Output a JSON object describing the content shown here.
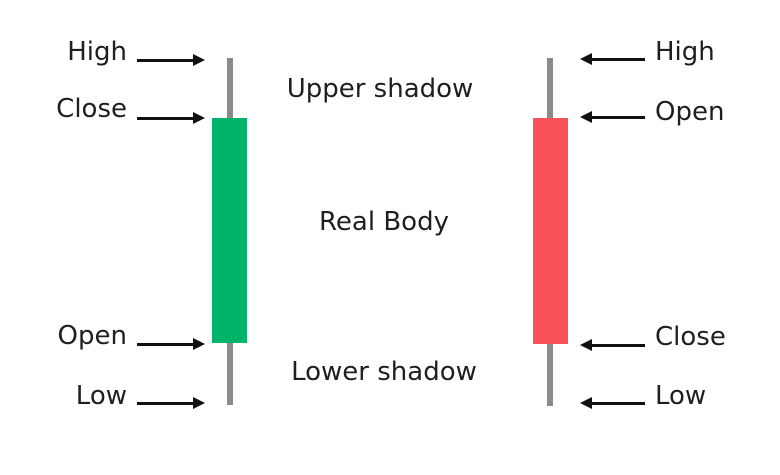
{
  "colors": {
    "background": "#ffffff",
    "text": "#1f1f1f",
    "arrow": "#111111",
    "wick": "#8a8a8a",
    "bullish_body": "#00b36a",
    "bearish_body": "#fb515b"
  },
  "annotations": {
    "upper_shadow": "Upper shadow",
    "real_body": "Real Body",
    "lower_shadow": "Lower shadow"
  },
  "bullish_candle": {
    "side": "left",
    "labels": {
      "high": "High",
      "close": "Close",
      "open": "Open",
      "low": "Low"
    }
  },
  "bearish_candle": {
    "side": "right",
    "labels": {
      "high": "High",
      "open": "Open",
      "close": "Close",
      "low": "Low"
    }
  }
}
